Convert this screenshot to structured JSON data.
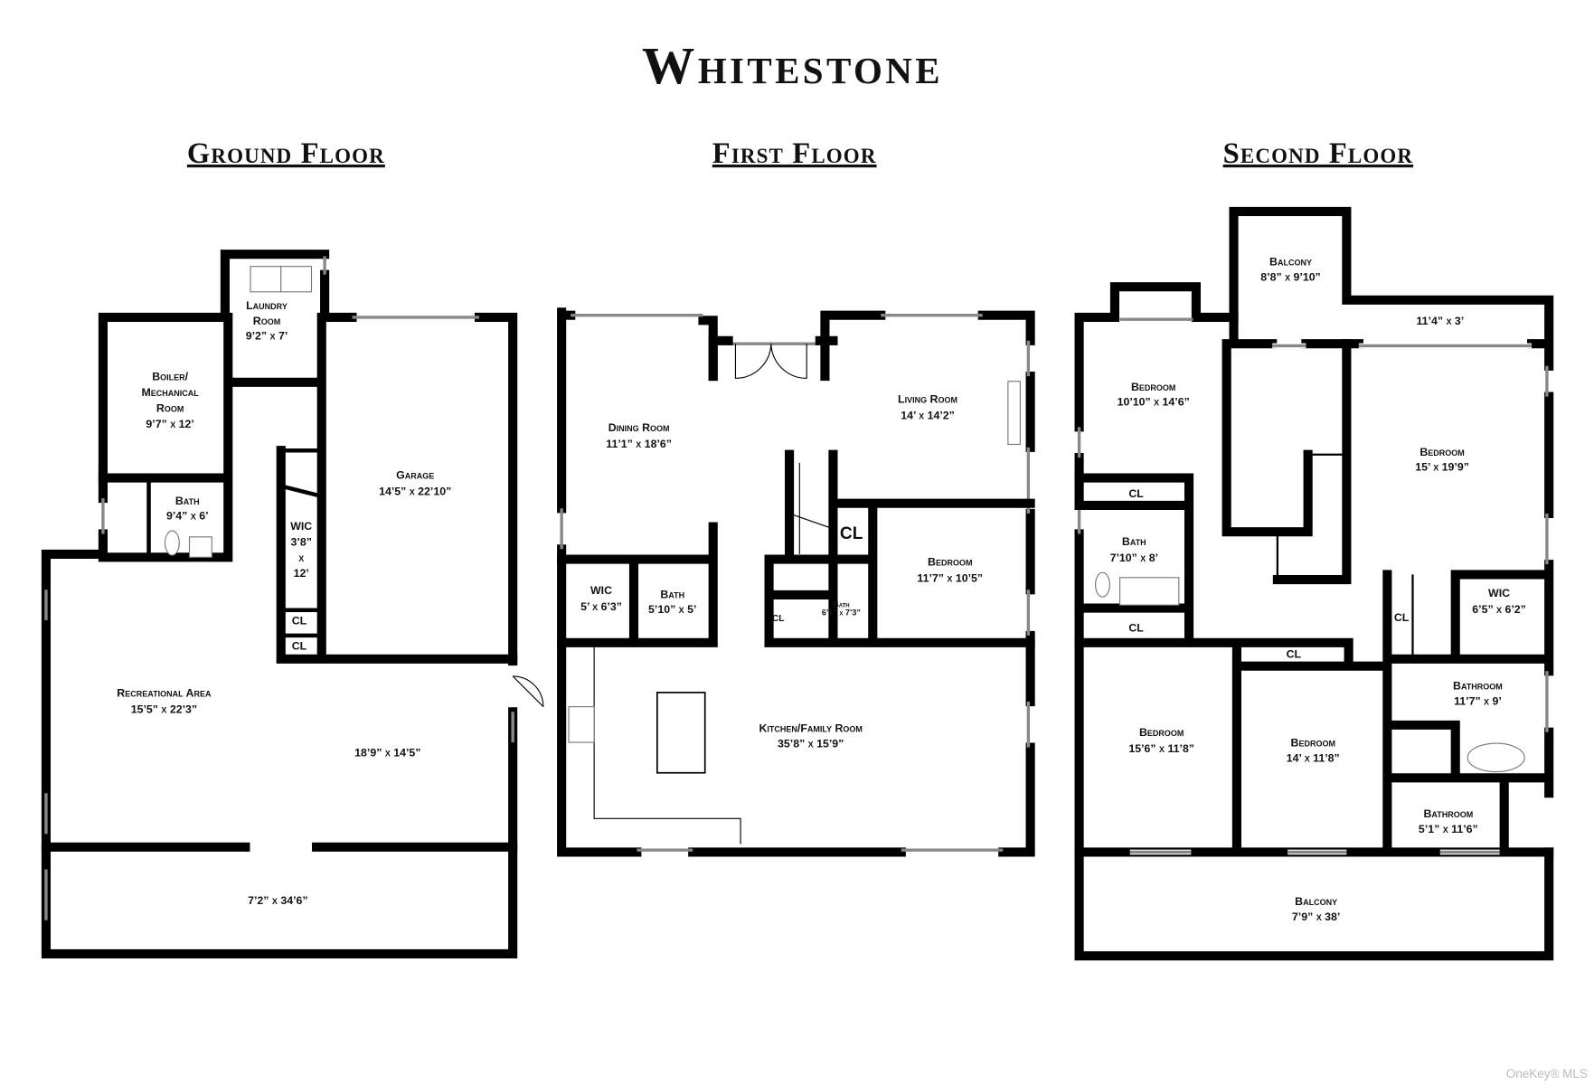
{
  "title": "Whitestone",
  "watermark": "OneKey® MLS",
  "floors": [
    {
      "heading": "Ground Floor",
      "rooms": [
        {
          "id": "g_laundry",
          "lines": [
            "Laundry",
            "Room",
            "9’2” x 7’"
          ]
        },
        {
          "id": "g_boiler",
          "lines": [
            "Boiler/",
            "Mechanical",
            "Room",
            "9’7” x 12’"
          ]
        },
        {
          "id": "g_bath",
          "lines": [
            "Bath",
            "9’4” x 6’"
          ]
        },
        {
          "id": "g_wic",
          "lines": [
            "WIC",
            "3’8”",
            "x",
            "12’"
          ]
        },
        {
          "id": "g_garage",
          "lines": [
            "Garage",
            "14’5” x 22’10”"
          ]
        },
        {
          "id": "g_cl1",
          "lines": [
            "CL"
          ]
        },
        {
          "id": "g_cl2",
          "lines": [
            "CL"
          ]
        },
        {
          "id": "g_rec",
          "lines": [
            "Recreational Area",
            "15’5” x 22’3”"
          ]
        },
        {
          "id": "g_rec2",
          "lines": [
            "18’9” x 14’5”"
          ]
        },
        {
          "id": "g_porch",
          "lines": [
            "7’2” x 34’6”"
          ]
        }
      ]
    },
    {
      "heading": "First Floor",
      "rooms": [
        {
          "id": "f_dining",
          "lines": [
            "Dining Room",
            "11’1” x 18’6”"
          ]
        },
        {
          "id": "f_living",
          "lines": [
            "Living Room",
            "14’ x 14’2”"
          ]
        },
        {
          "id": "f_cl1",
          "lines": [
            "CL"
          ]
        },
        {
          "id": "f_bed",
          "lines": [
            "Bedroom",
            "11’7” x 10’5”"
          ]
        },
        {
          "id": "f_wic",
          "lines": [
            "WIC",
            "5’ x 6’3”"
          ]
        },
        {
          "id": "f_bath1",
          "lines": [
            "Bath",
            "5’10” x 5’"
          ]
        },
        {
          "id": "f_cl2",
          "lines": [
            "CL"
          ]
        },
        {
          "id": "f_bath2",
          "lines": [
            "Bath",
            "6’1” x 7’3”"
          ]
        },
        {
          "id": "f_kitchen",
          "lines": [
            "Kitchen/Family Room",
            "35’8” x 15’9”"
          ]
        }
      ]
    },
    {
      "heading": "Second Floor",
      "rooms": [
        {
          "id": "s_balc1",
          "lines": [
            "Balcony",
            "8’8” x 9’10”"
          ]
        },
        {
          "id": "s_ledge",
          "lines": [
            "11’4” x 3’"
          ]
        },
        {
          "id": "s_bed1",
          "lines": [
            "Bedroom",
            "10’10” x 14’6”"
          ]
        },
        {
          "id": "s_bed2",
          "lines": [
            "Bedroom",
            "15’ x 19’9”"
          ]
        },
        {
          "id": "s_cl1",
          "lines": [
            "CL"
          ]
        },
        {
          "id": "s_bath",
          "lines": [
            "Bath",
            "7’10” x 8’"
          ]
        },
        {
          "id": "s_cl2",
          "lines": [
            "CL"
          ]
        },
        {
          "id": "s_cl3",
          "lines": [
            "CL"
          ]
        },
        {
          "id": "s_cl4",
          "lines": [
            "CL"
          ]
        },
        {
          "id": "s_wic",
          "lines": [
            "WIC",
            "6’5” x 6’2”"
          ]
        },
        {
          "id": "s_bathroom1",
          "lines": [
            "Bathroom",
            "11’7” x 9’"
          ]
        },
        {
          "id": "s_bed3",
          "lines": [
            "Bedroom",
            "15’6” x 11’8”"
          ]
        },
        {
          "id": "s_bed4",
          "lines": [
            "Bedroom",
            "14’ x 11’8”"
          ]
        },
        {
          "id": "s_bathroom2",
          "lines": [
            "Bathroom",
            "5’1” x 11’6”"
          ]
        },
        {
          "id": "s_balc2",
          "lines": [
            "Balcony",
            "7’9” x 38’"
          ]
        }
      ]
    }
  ]
}
